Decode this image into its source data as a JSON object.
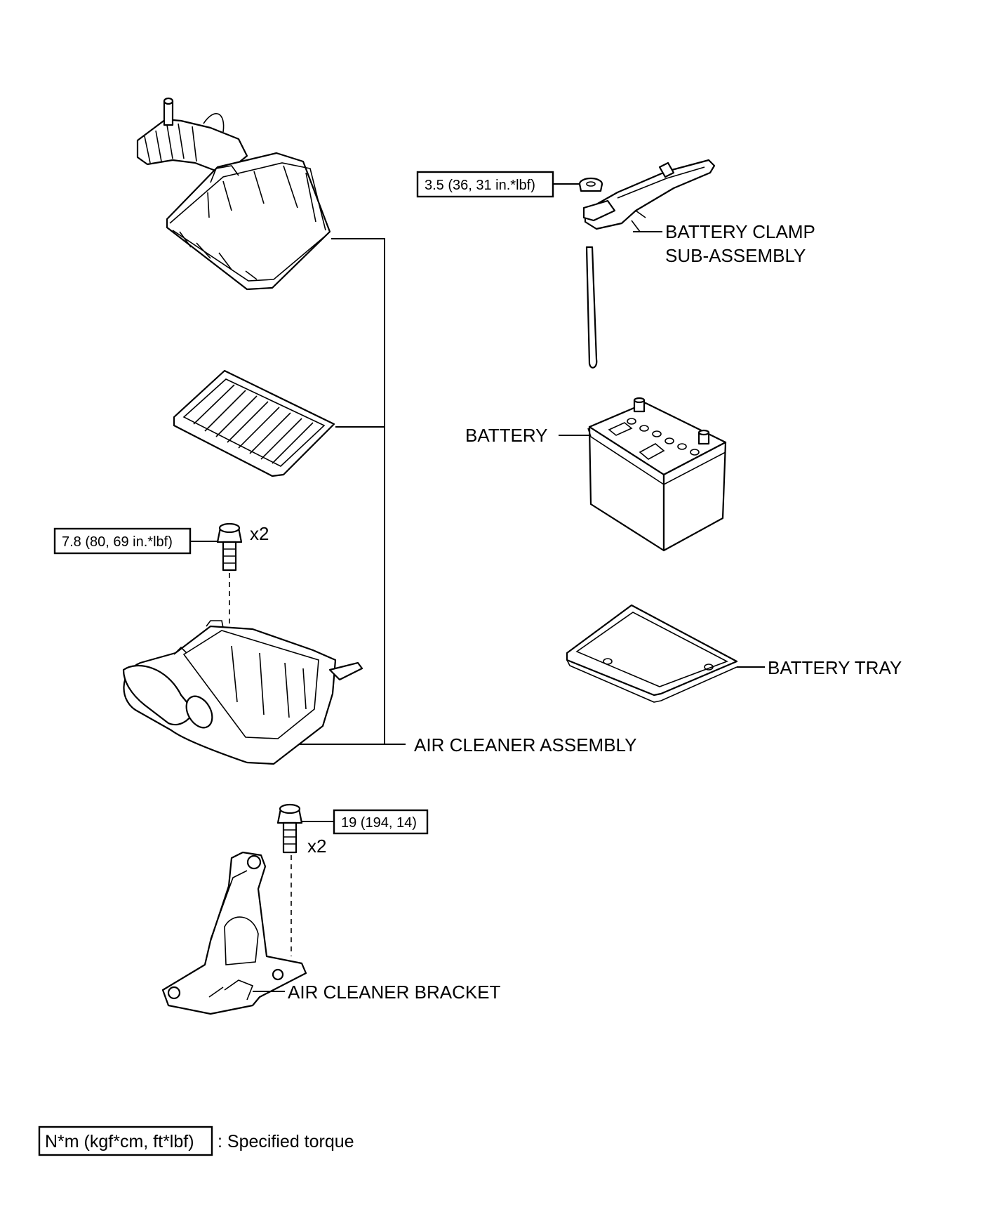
{
  "parts": {
    "battery_clamp_line1": "BATTERY CLAMP",
    "battery_clamp_line2": "SUB-ASSEMBLY",
    "battery": "BATTERY",
    "battery_tray": "BATTERY TRAY",
    "air_cleaner_assembly": "AIR CLEANER ASSEMBLY",
    "air_cleaner_bracket": "AIR CLEANER BRACKET"
  },
  "torques": {
    "battery_clamp_nut": "3.5 (36, 31 in.*lbf)",
    "air_cleaner_bolt": "7.8 (80, 69 in.*lbf)",
    "bracket_bolt": "19 (194, 14)"
  },
  "quantities": {
    "air_cleaner_bolt": "x2",
    "bracket_bolt": "x2"
  },
  "legend": {
    "unit_box": "N*m (kgf*cm, ft*lbf)",
    "description": ": Specified torque"
  }
}
